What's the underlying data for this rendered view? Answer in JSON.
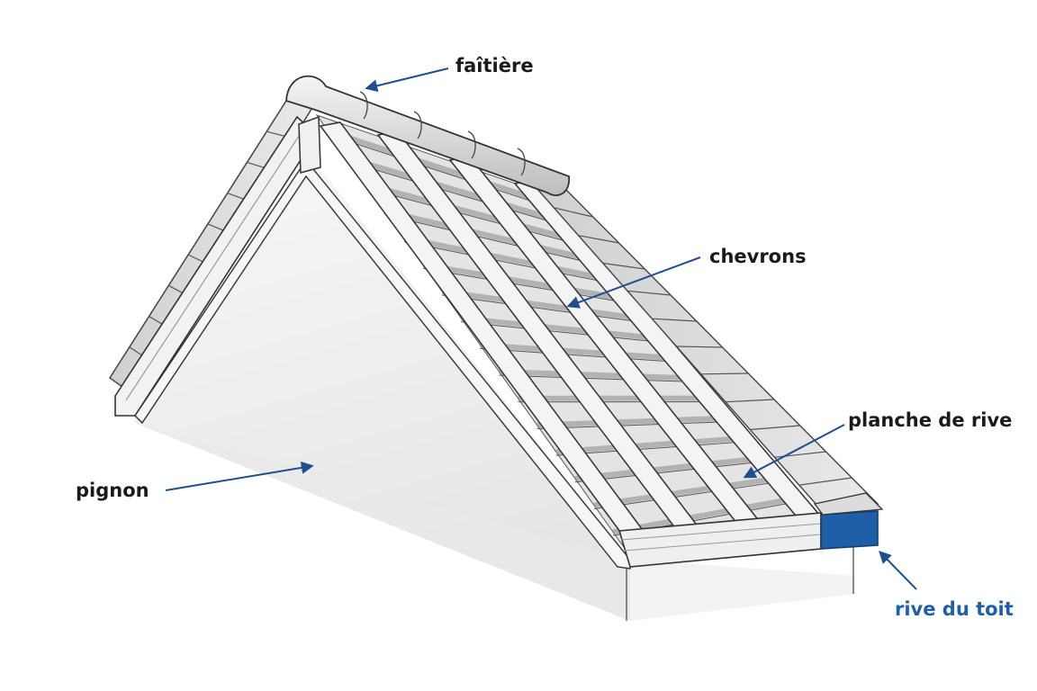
{
  "labels": {
    "ridge": "faîtière",
    "rafters": "chevrons",
    "fascia": "planche de rive",
    "gable": "pignon",
    "eave": "rive du toit"
  },
  "colors": {
    "text": "#1a1a1a",
    "highlight": "#1f5fa8",
    "arrow": "#1f4f8f",
    "line": "#3a3a3a",
    "wood": "#eeeeee",
    "wall": "#f3f3f3",
    "tile": "#d8d8d8"
  }
}
